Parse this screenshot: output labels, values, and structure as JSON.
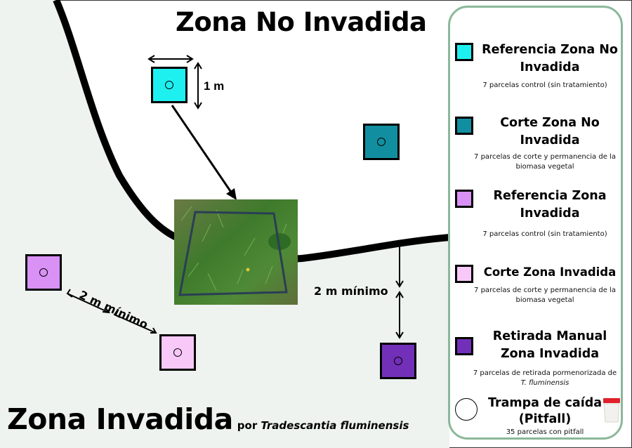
{
  "zones": {
    "top_title": "Zona No Invadida",
    "bottom_title": "Zona Invadida",
    "bottom_by": "por",
    "bottom_species": "Tradescantia fluminensis"
  },
  "annotations": {
    "plot_size": "1 m",
    "min_distance_plots": "2 m mínimo",
    "min_distance_border": "2 m mínimo"
  },
  "colors": {
    "invaded_bg": "#eef3f0",
    "legend_border": "#8bb89a",
    "ref_no_invadida": "#1ef0f0",
    "corte_no_invadida": "#118fa0",
    "ref_invadida": "#d991f5",
    "corte_invadida": "#f8c9f8",
    "retirada_manual": "#7230b8"
  },
  "legend": {
    "items": [
      {
        "name": "Referencia Zona No Invadida",
        "desc": "7 parcelas control (sin tratamiento)",
        "color": "#1ef0f0"
      },
      {
        "name": "Corte Zona No Invadida",
        "desc": "7 parcelas de corte y permanencia de la biomasa vegetal",
        "color": "#118fa0"
      },
      {
        "name": "Referencia Zona Invadida",
        "desc": "7 parcelas control (sin tratamiento)",
        "color": "#d991f5"
      },
      {
        "name": "Corte Zona Invadida",
        "desc": "7 parcelas de corte y permanencia de la biomasa vegetal",
        "color": "#f8c9f8"
      },
      {
        "name": "Retirada Manual Zona Invadida",
        "desc_prefix": "7 parcelas de retirada pormenorizada de",
        "desc_species": "T. fluminensis",
        "color": "#7230b8"
      }
    ],
    "pitfall": {
      "name": "Trampa de caída (Pitfall)",
      "desc": "35 parcelas con pitfall",
      "icon": "pitfall-cup-icon"
    }
  },
  "photo": {
    "description": "quadrat-frame-on-grass-photo"
  }
}
